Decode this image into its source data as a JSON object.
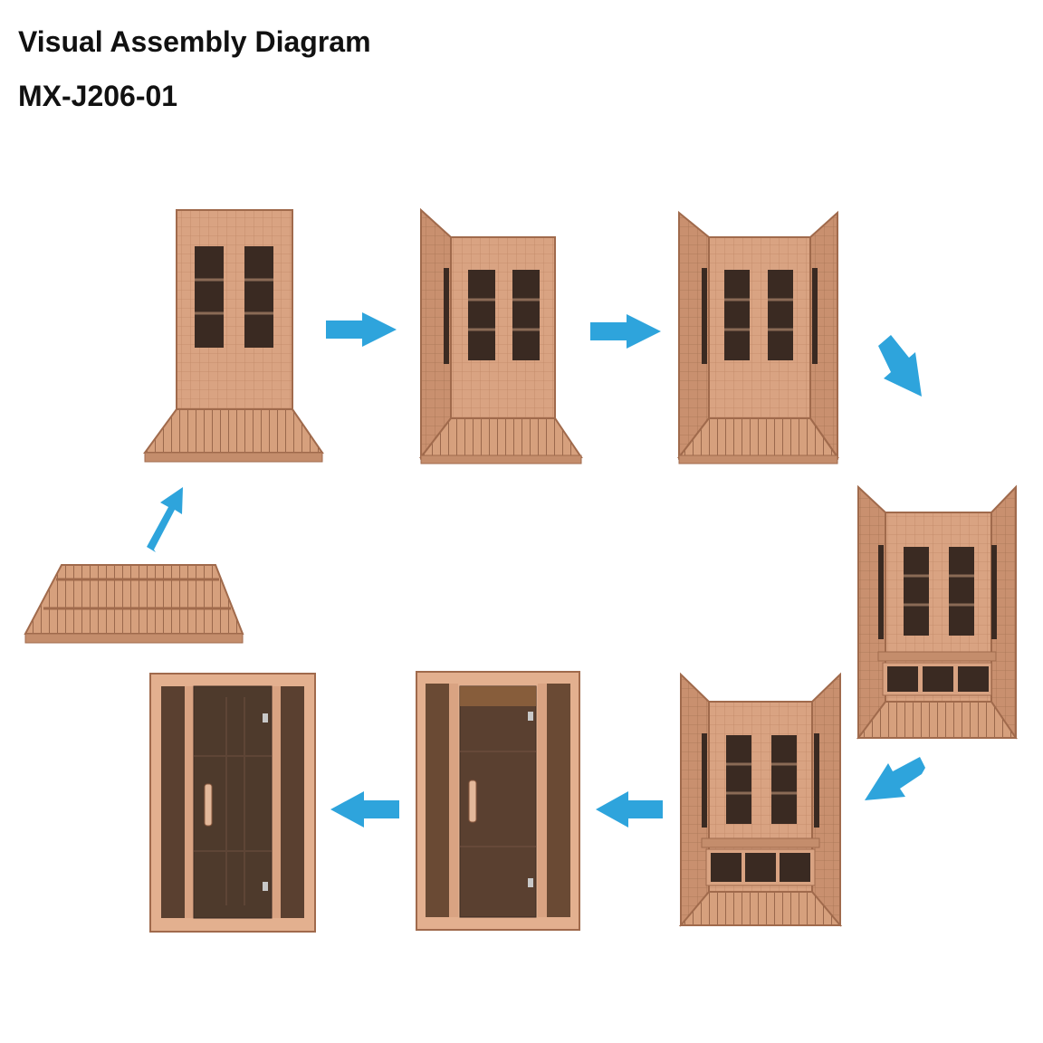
{
  "header": {
    "title": "Visual Assembly Diagram",
    "model": "MX-J206-01"
  },
  "colors": {
    "wood": "#d9a382",
    "wood_dark": "#b07a5a",
    "wood_side": "#c48d6c",
    "window": "#3a2a22",
    "glass": "#5a4030",
    "arrow": "#2ea4dc"
  },
  "steps": [
    {
      "id": "floor-base"
    },
    {
      "id": "back-wall-on-floor"
    },
    {
      "id": "left-side-wall"
    },
    {
      "id": "right-side-wall"
    },
    {
      "id": "bench-installed"
    },
    {
      "id": "roof-added"
    },
    {
      "id": "front-frame-and-door"
    },
    {
      "id": "finished-sauna"
    }
  ]
}
